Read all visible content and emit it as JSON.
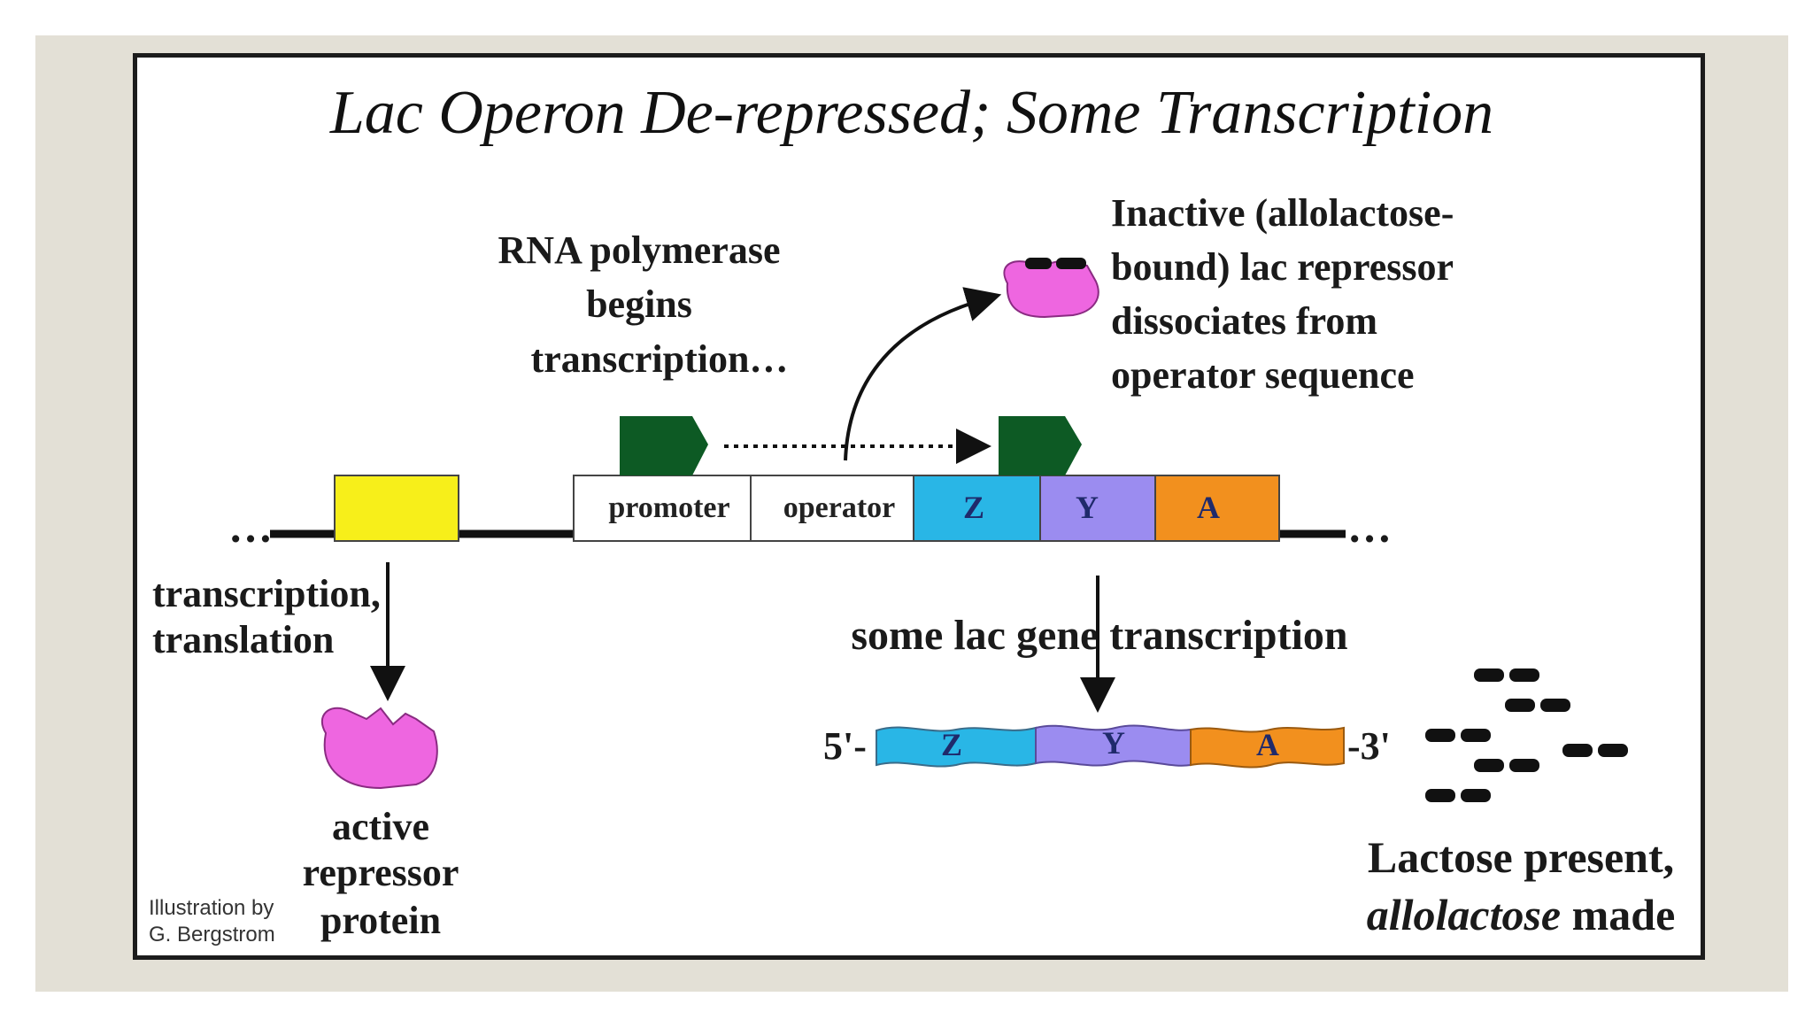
{
  "title": "Lac Operon De-repressed; Some Transcription",
  "rna_polymerase_label": [
    "RNA polymerase",
    "begins",
    "transcription…"
  ],
  "inactive_repressor_label": [
    "Inactive (allolactose-",
    "bound) lac repressor",
    "dissociates from",
    "operator sequence"
  ],
  "dna": {
    "left_dots": "…",
    "right_dots": "…",
    "promoter": "promoter",
    "operator": "operator",
    "genes": [
      {
        "name": "Z",
        "color": "#29b6e6"
      },
      {
        "name": "Y",
        "color": "#9b8cf0"
      },
      {
        "name": "A",
        "color": "#f2901e"
      }
    ],
    "repressor_gene_color": "#f7ef1a"
  },
  "left_process_label": [
    "transcription,",
    "translation"
  ],
  "active_repressor_label": [
    "active",
    "repressor",
    "protein"
  ],
  "some_transcription_label": "some lac gene transcription",
  "mrna": {
    "five_prime": "5'-",
    "three_prime": "-3'",
    "segments": [
      "Z",
      "Y",
      "A"
    ]
  },
  "lactose_label": {
    "line1": "Lactose present,",
    "line2_italic": "allolactose",
    "line2_rest": " made"
  },
  "credit": [
    "Illustration by",
    "G. Bergstrom"
  ],
  "colors": {
    "polymerase": "#0d5a24",
    "repressor": "#ee66e0",
    "allolactose": "#111111"
  }
}
